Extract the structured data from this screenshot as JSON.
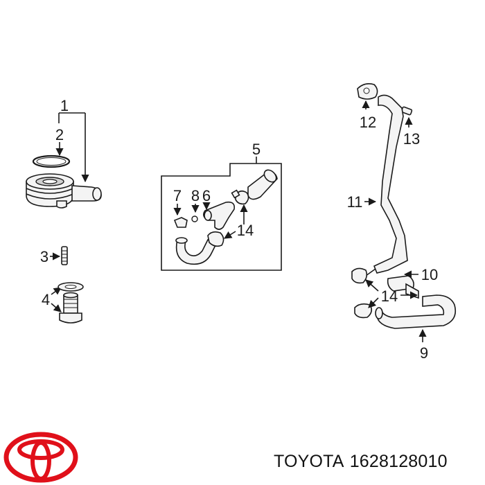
{
  "brand": {
    "name": "TOYOTA",
    "color": "#e0101a"
  },
  "caption": {
    "brand": "TOYOTA",
    "part_number": "1628128010"
  },
  "callouts": {
    "c1": "1",
    "c2": "2",
    "c3": "3",
    "c4": "4",
    "c5": "5",
    "c6": "6",
    "c7": "7",
    "c8": "8",
    "c9": "9",
    "c10": "10",
    "c11": "11",
    "c12": "12",
    "c13": "13",
    "c14a": "14",
    "c14b": "14"
  }
}
